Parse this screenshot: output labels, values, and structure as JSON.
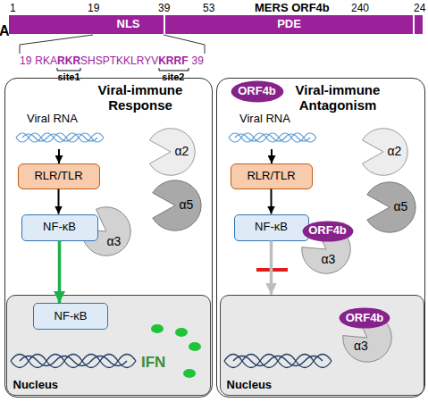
{
  "diagram": {
    "nodes": [
      {
        "text": [
          "NLS"
        ]
      },
      {
        "text": [
          "PDE"
        ]
      },
      {
        "text": [
          "Viral-immune Response"
        ]
      },
      {
        "text": [
          "RLR/TLR"
        ],
        "in": 2
      },
      {
        "text": [
          "α2"
        ],
        "in": 2
      },
      {
        "text": [
          "α5"
        ],
        "in": 2
      },
      {
        "text": [
          "NF-κB"
        ],
        "in": 2
      },
      {
        "text": [
          "α3"
        ],
        "in": 2
      },
      {
        "text": [
          "Nucleus"
        ],
        "in": 2
      },
      {
        "text": [
          "NF-κB"
        ],
        "in": 8
      },
      {
        "text": [
          "Viral-immune Antagonism"
        ]
      },
      {
        "text": [
          "ORF4b"
        ],
        "in": 10
      },
      {
        "text": [
          "RLR/TLR"
        ],
        "in": 10
      },
      {
        "text": [
          "α2"
        ],
        "in": 10
      },
      {
        "text": [
          "α5"
        ],
        "in": 10
      },
      {
        "text": [
          "NF-κB"
        ],
        "in": 10
      },
      {
        "text": [
          "α3"
        ],
        "in": 10
      },
      {
        "text": [
          "ORF4b"
        ],
        "in": 10
      },
      {
        "text": [
          "Nucleus"
        ],
        "in": 10
      },
      {
        "text": [
          "α3"
        ],
        "in": 18
      },
      {
        "text": [
          "ORF4b"
        ],
        "in": 18
      }
    ],
    "edges": [
      {
        "from": 3,
        "to": 6,
        "arrow": "to"
      },
      {
        "from": 6,
        "to": 9,
        "arrow": "to"
      },
      {
        "from": 12,
        "to": 15,
        "arrow": "to"
      },
      {
        "from": 15,
        "to": 18,
        "arrow": "to"
      }
    ],
    "labels": [
      "A",
      "1",
      "19",
      "39",
      "53",
      "MERS ORF4b",
      "240",
      "24",
      "19",
      "RKA",
      "RKR",
      "SHSPTKKLRYV",
      "KRRF",
      "39",
      "site1",
      "site2",
      "Viral RNA",
      "IFN",
      "Viral RNA"
    ]
  }
}
